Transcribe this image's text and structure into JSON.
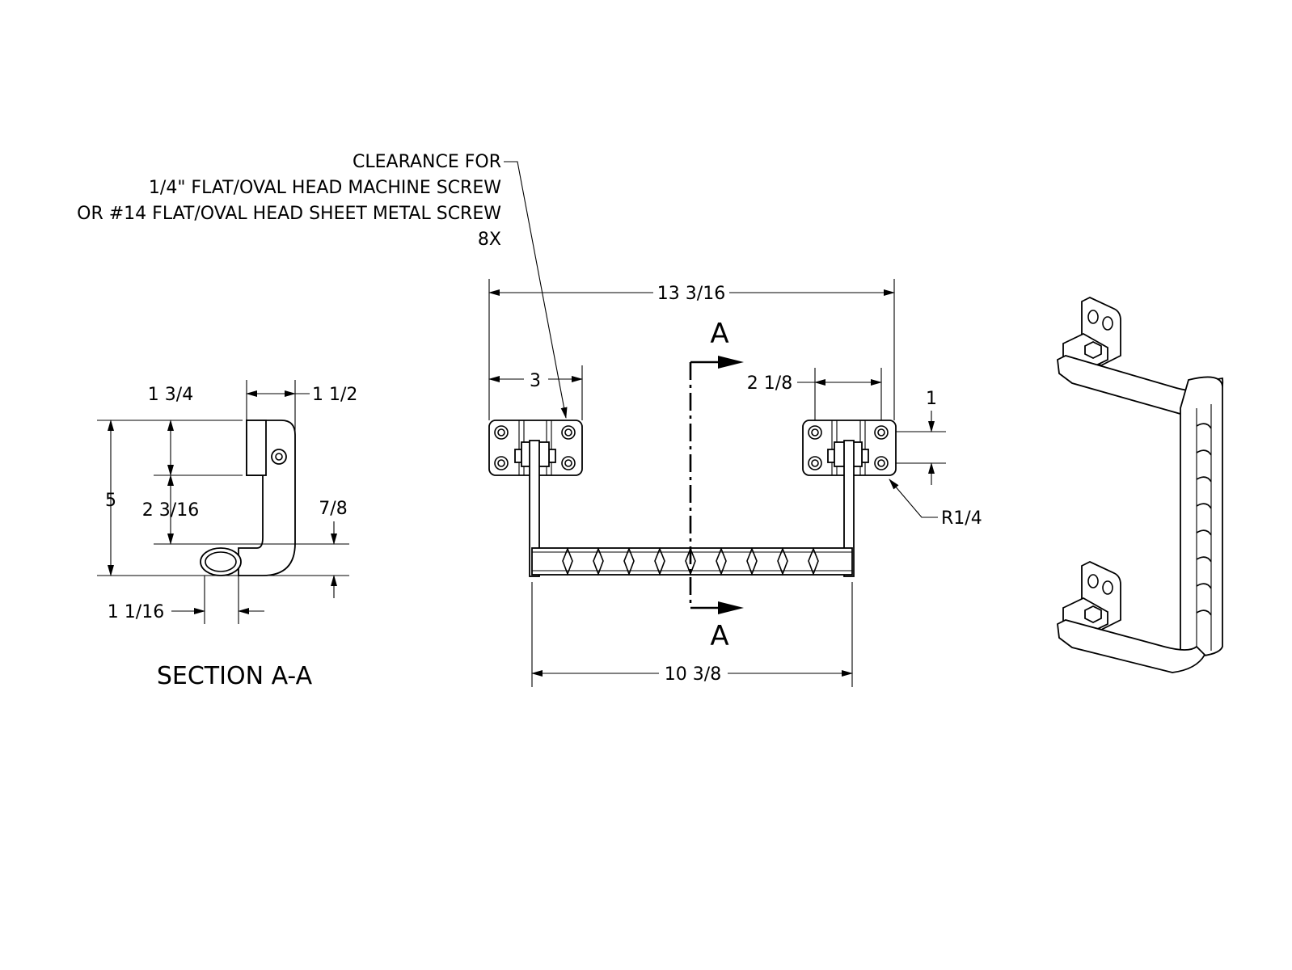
{
  "note": {
    "line1": "CLEARANCE FOR",
    "line2": "1/4\" FLAT/OVAL HEAD MACHINE SCREW",
    "line3": "OR #14 FLAT/OVAL HEAD SHEET METAL SCREW",
    "line4": "8X"
  },
  "front_view": {
    "overall_width": "13 3/16",
    "mount_width": "3",
    "hole_spacing_h": "2 1/8",
    "hole_spacing_v": "1",
    "corner_radius": "R1/4",
    "bar_length": "10 3/8",
    "section_label_top": "A",
    "section_label_bottom": "A"
  },
  "section_view": {
    "dim_1_3_4": "1 3/4",
    "dim_1_1_2": "1 1/2",
    "dim_5": "5",
    "dim_2_3_16": "2 3/16",
    "dim_7_8": "7/8",
    "dim_1_1_16": "1 1/16",
    "title": "SECTION A-A"
  }
}
